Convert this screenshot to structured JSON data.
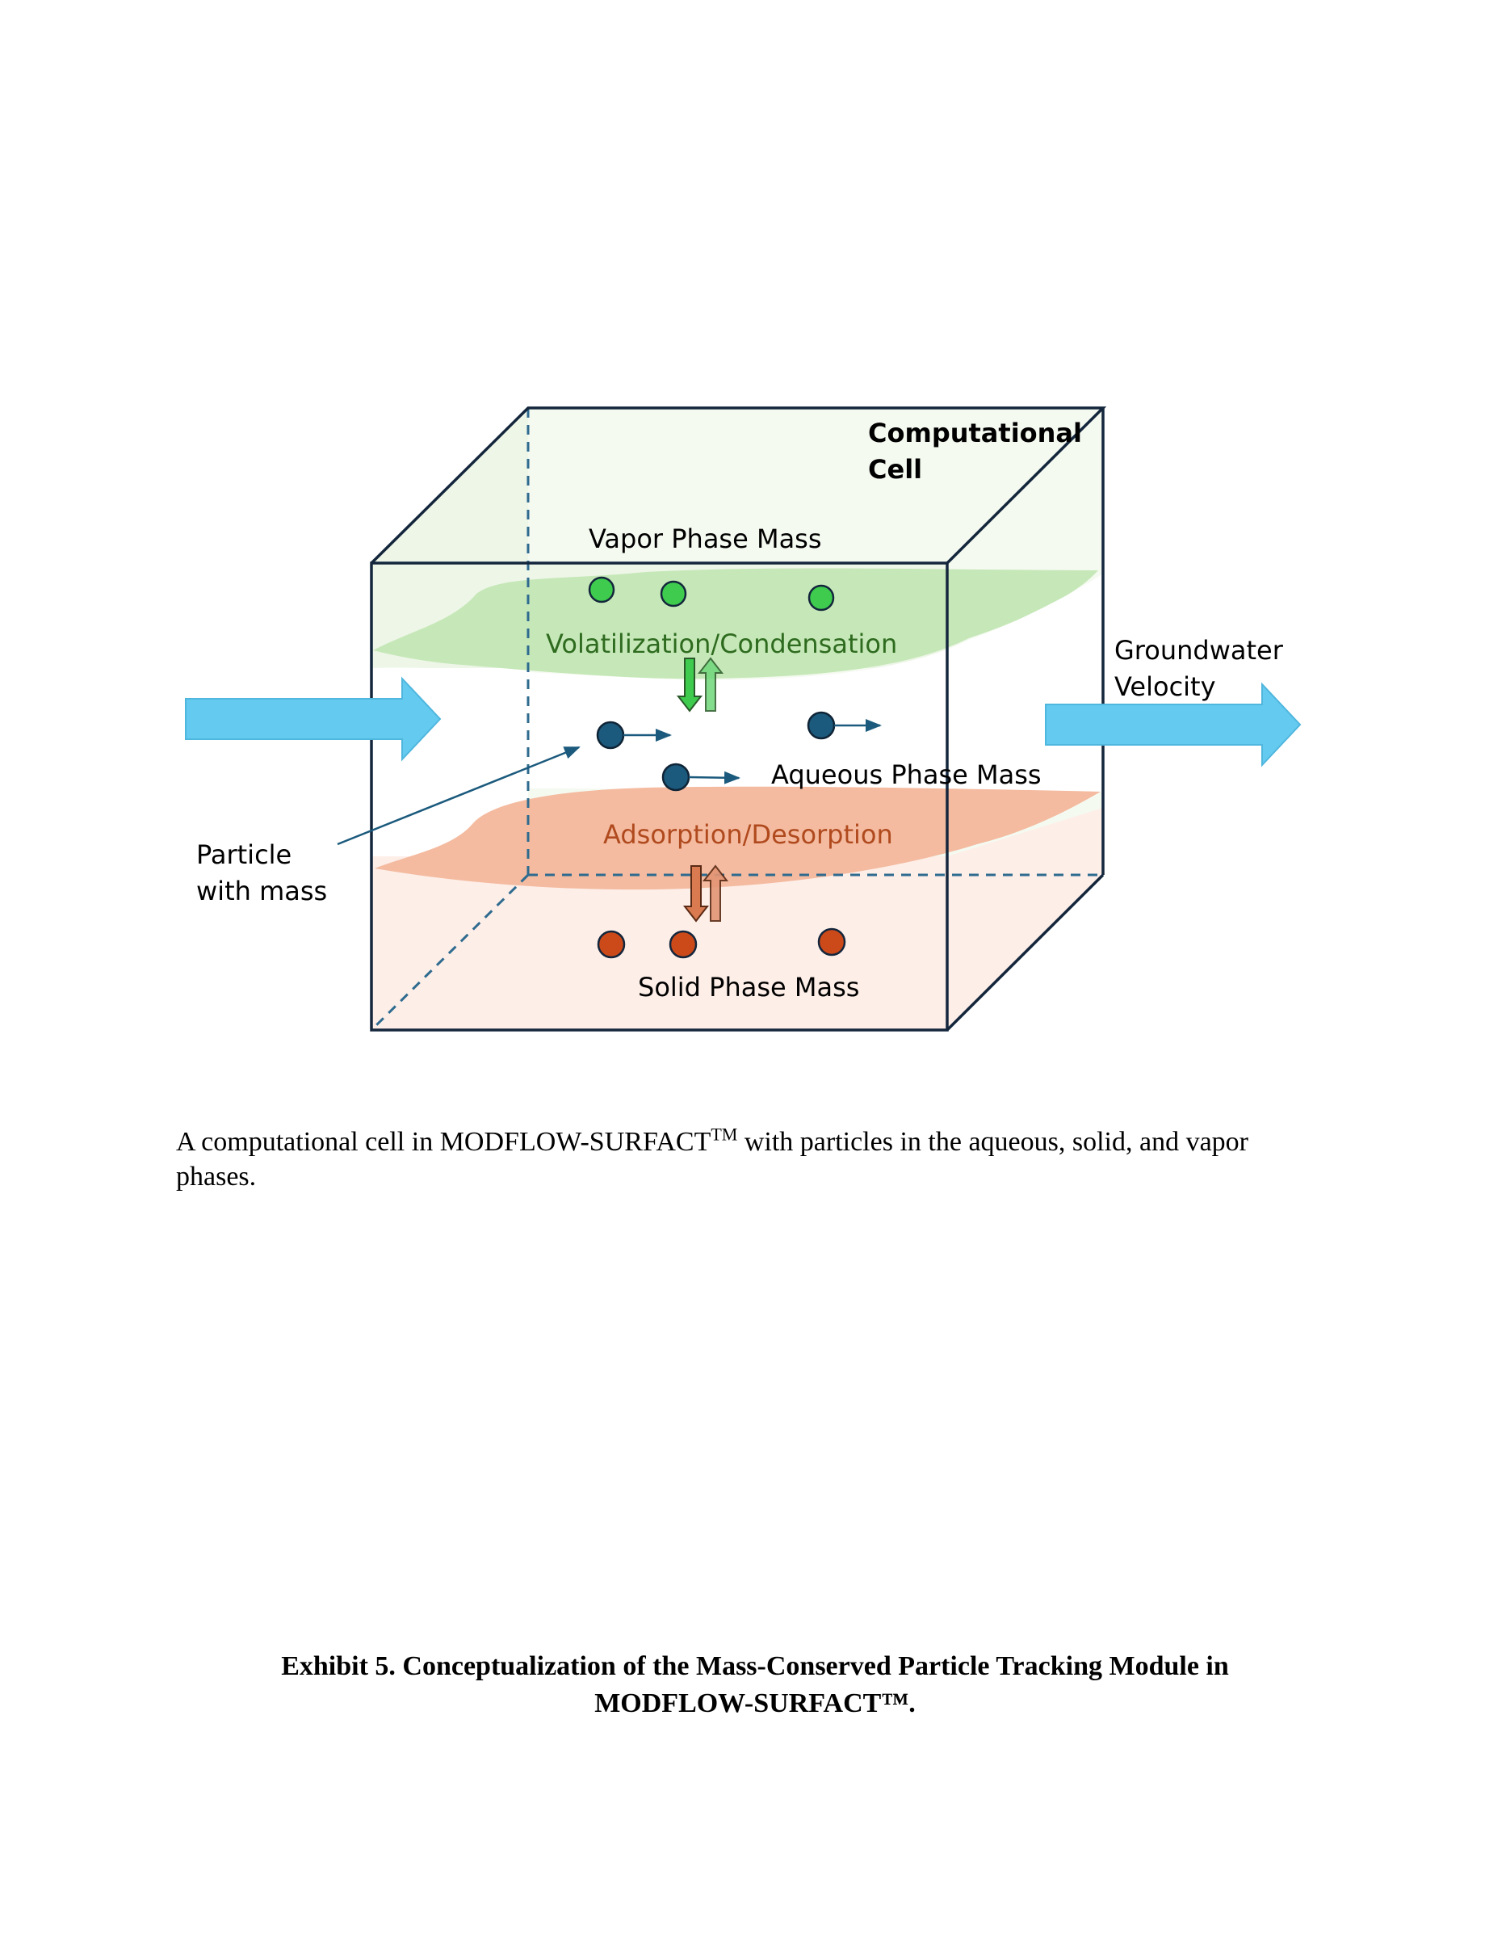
{
  "diagram": {
    "cell_title_line1": "Computational",
    "cell_title_line2": "Cell",
    "vapor_label": "Vapor Phase Mass",
    "volatilization_label": "Volatilization/Condensation",
    "aqueous_label": "Aqueous Phase Mass",
    "adsorption_label": "Adsorption/Desorption",
    "solid_label": "Solid Phase Mass",
    "groundwater_line1": "Groundwater",
    "groundwater_line2": "Velocity",
    "particle_line1": "Particle",
    "particle_line2": "with mass"
  },
  "colors": {
    "vapor_particle": "#3ecb4e",
    "aqueous_particle": "#1b5a7d",
    "solid_particle": "#cc4a1a",
    "vapor_band": "#c6e8b8",
    "sorption_band": "#f4bba0",
    "flow_arrow": "#64caf0",
    "cube_edge": "#14263c",
    "volatilization_text": "#2e6b1f",
    "adsorption_text": "#b04a1e"
  },
  "caption": {
    "text_before": "A computational cell in MODFLOW-SURFACT",
    "superscript": "TM",
    "text_after": " with particles in the aqueous, solid, and vapor phases."
  },
  "exhibit_title": {
    "line1": "Exhibit 5. Conceptualization of the Mass-Conserved Particle Tracking Module in",
    "line2": "MODFLOW-SURFACT™."
  }
}
